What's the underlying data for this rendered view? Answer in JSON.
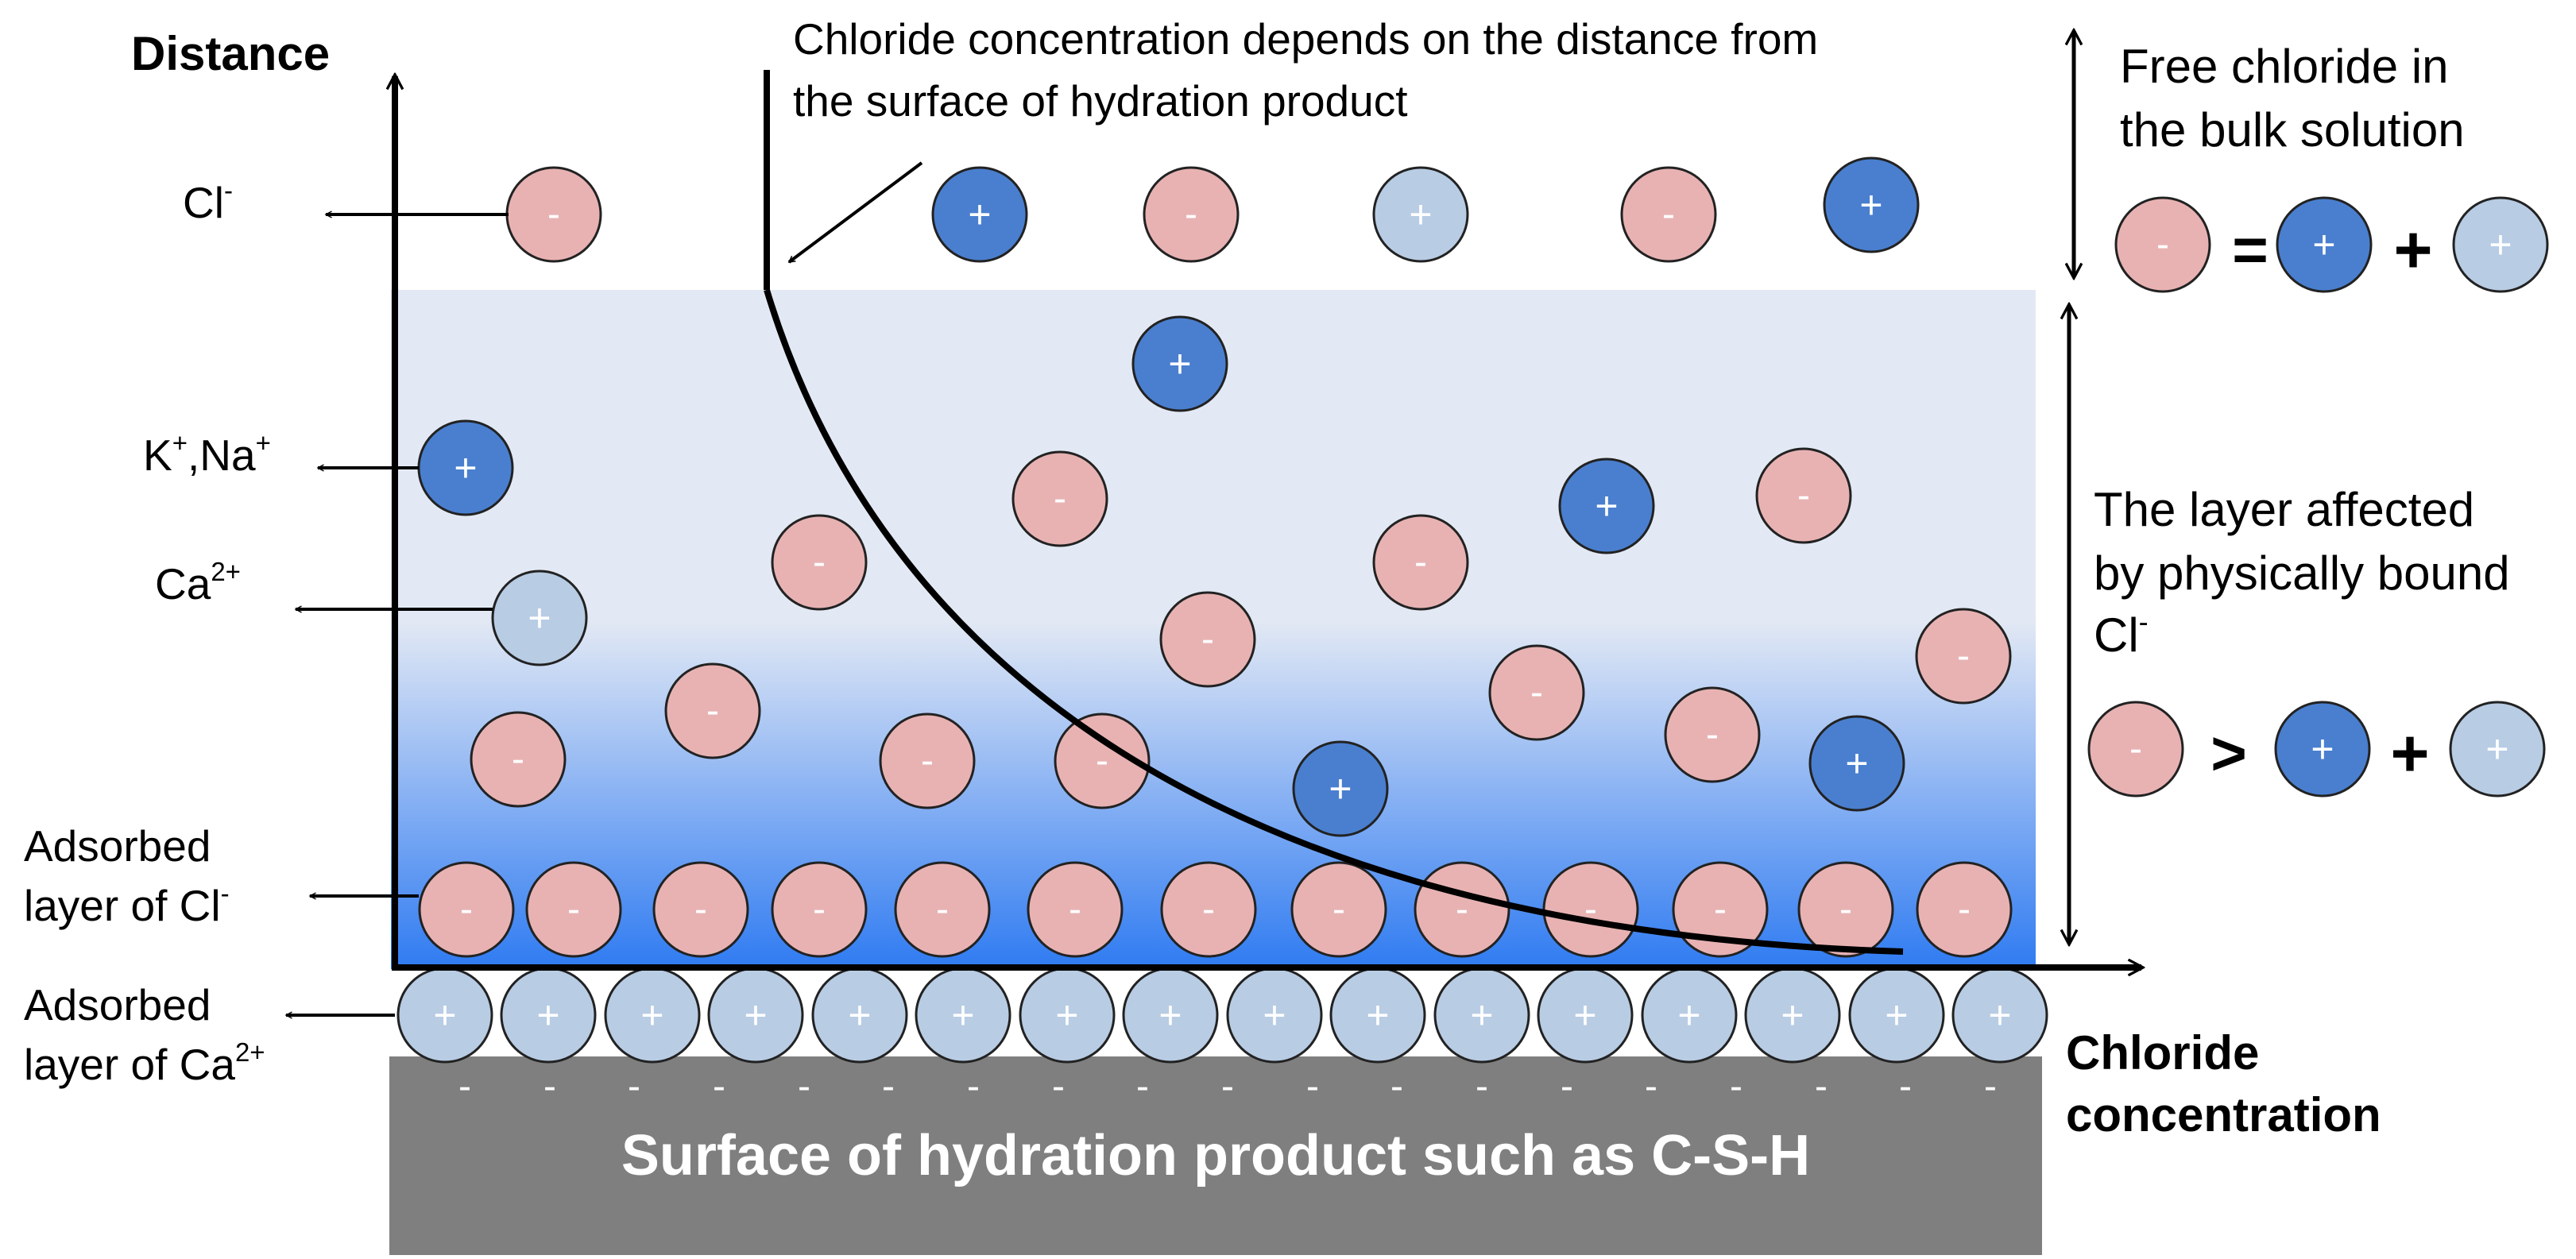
{
  "axes": {
    "y_label": "Distance",
    "x_label_line1": "Chloride",
    "x_label_line2": "concentration"
  },
  "annotation": {
    "line1": "Chloride concentration depends on the distance from",
    "line2": "the surface of hydration product"
  },
  "ion_labels": {
    "chloride": {
      "text": "Cl",
      "sup": "-"
    },
    "potassium_sodium": {
      "text": "K",
      "sup1": "+",
      "mid": ",Na",
      "sup2": "+"
    },
    "calcium": {
      "text": "Ca",
      "sup": "2+"
    },
    "adsorbed_cl_line1": "Adsorbed",
    "adsorbed_cl_line2": {
      "text": "layer of Cl",
      "sup": "-"
    },
    "adsorbed_ca_line1": "Adsorbed",
    "adsorbed_ca_line2": {
      "text": "layer of Ca",
      "sup": "2+"
    }
  },
  "right_panel": {
    "free_line1": "Free chloride in",
    "free_line2": "the bulk solution",
    "layer_line1": "The layer affected",
    "layer_line2": "by physically bound",
    "layer_line3": {
      "text": "Cl",
      "sup": "-"
    },
    "equals_symbol": "=",
    "greater_symbol": ">",
    "plus_symbol": "+"
  },
  "surface": {
    "label": "Surface of hydration product such as C-S-H",
    "charge_symbol": "-"
  },
  "ion_signs": {
    "anion": "-",
    "cation": "+"
  },
  "colors": {
    "anion_fill": "#E8B2B3",
    "potassium_sodium_fill": "#4A7FCF",
    "calcium_fill": "#B8CCE4",
    "bulk_solution_fill": "#E3E9F4",
    "layer_gradient_top": "#E3E9F4",
    "layer_gradient_bottom": "#2F7BF2",
    "surface_fill": "#7F7F7F"
  },
  "ions": {
    "bulk": [
      "anion",
      "cation_k_na",
      "anion",
      "cation_ca",
      "anion",
      "cation_k_na"
    ],
    "diffuse": [
      "cation_k_na",
      "cation_k_na",
      "cation_ca",
      "anion",
      "anion",
      "anion",
      "anion",
      "anion",
      "anion",
      "anion",
      "anion",
      "anion",
      "anion",
      "anion",
      "anion",
      "cation_k_na",
      "cation_k_na",
      "cation_k_na"
    ],
    "adsorbed_cl_count": 13,
    "adsorbed_ca_count": 16,
    "surface_charge_count": 19
  }
}
